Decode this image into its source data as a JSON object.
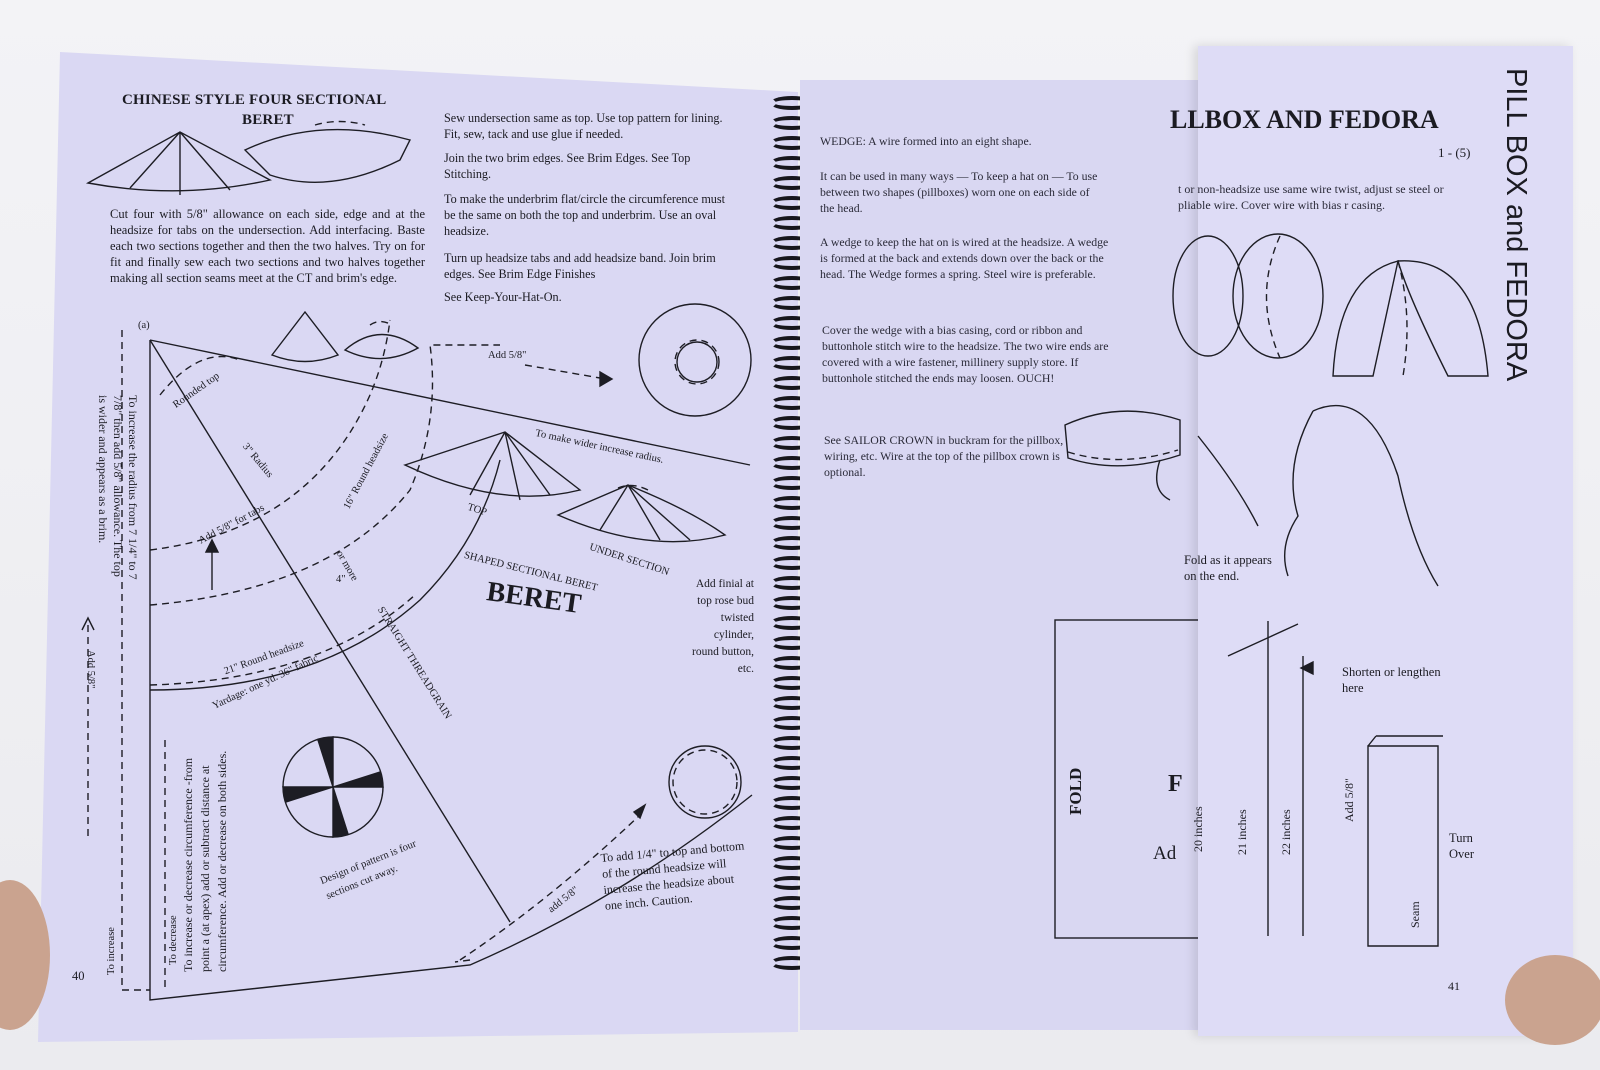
{
  "left_page": {
    "title_line1": "CHINESE STYLE FOUR SECTIONAL",
    "title_line2": "BERET",
    "intro_text": "Cut four with 5/8\" allowance on each side, edge and at the headsize for tabs on the undersection. Add interfacing. Baste each two sections together and then the two halves. Try on for fit and finally sew each two sections and two halves together making all section seams meet at the CT and brim's edge.",
    "col2_p1": "Sew undersection same as top. Use top pattern for lining. Fit, sew, tack and use glue if needed.",
    "col2_p2": "Join the two brim edges. See Brim Edges. See Top Stitching.",
    "col2_p3": "To make the underbrim flat/circle the circumference must be the same on both the top and underbrim. Use an oval headsize.",
    "col2_p4": "Turn up headsize tabs and add headsize band. Join brim edges. See Brim Edge Finishes",
    "col2_p5": "See Keep-Your-Hat-On.",
    "label_a": "(a)",
    "add_58_top": "Add 5/8\"",
    "rounded_top": "Rounded top",
    "radius_3": "3\" Radius",
    "round_headsize_16": "16\" Round headsize",
    "wider_radius": "To make wider increase radius.",
    "add_58_tabs": "Add 5/8\" for tabs",
    "or_more": "or more",
    "four_inch": "4\"",
    "top_label": "TOP",
    "under_section": "UNDER SECTION",
    "shaped_sectional": "SHAPED SECTIONAL  BERET",
    "beret_big": "BERET",
    "straight_threadgrain": "STRAIGHT THREADGRAIN",
    "round_headsize_21": "21\" Round headsize",
    "yardage": "Yardage: one yd. 36\" fabric",
    "design_note": "Design of pattern is four sections cut away.",
    "add_finial": "Add finial at top rose bud twisted cylinder, round button, etc.",
    "add_quarter": "To add 1/4\" to top and bottom of the round headsize will increase the headsize about one inch. Caution.",
    "add_58_bottom": "add 5/8\"",
    "side_note": "To increase the radius from 7 1/4\" to 7 7/8\" then add 5/8\" allowance. The top is wider and appears as a brim.",
    "add_58_side": "Add 5/8\"",
    "to_increase": "To increase",
    "to_decrease": "To decrease",
    "circ_note": "To increase or decrease circumference -from point a (at apex) add or subtract distance at circumference. Add or decrease on both sides.",
    "page_number": "40"
  },
  "right_page": {
    "wedge_title": "WEDGE: A wire formed into an eight shape.",
    "p1": "It can be used in many ways — To keep a hat on — To use between two shapes (pillboxes) worn one on each side of the head.",
    "p2": "A wedge to keep the hat on is wired at the headsize. A wedge is formed at the back and extends down over the back or the head. The Wedge formes a spring. Steel wire is preferable.",
    "p3": "Cover the wedge with a bias casing, cord or ribbon and buttonhole stitch wire to the headsize. The two wire ends are covered with a wire fastener, millinery supply store. If buttonhole stitched the ends may loosen. OUCH!",
    "p4": "See SAILOR CROWN in buckram for the pillbox, wiring, etc. Wire at the top of the pillbox crown is optional.",
    "fold_label": "FOLD"
  },
  "flap_page": {
    "heading": "LLBOX AND FEDORA",
    "side_title": "PILL BOX and FEDORA",
    "subheading": "1 - (5)",
    "intro": "t or non-headsize use same wire twist, adjust se steel or pliable wire. Cover wire with bias r casing.",
    "fold_note": "Fold as it appears on the end.",
    "shorten": "Shorten or lengthen here",
    "inches_20": "20 inches",
    "inches_21": "21 inches",
    "inches_22": "22 inches",
    "add_58": "Add 5/8\"",
    "seam": "Seam",
    "turn_over": "Turn Over",
    "partial_f": "F",
    "partial_ad": "Ad",
    "page_number": "41"
  }
}
